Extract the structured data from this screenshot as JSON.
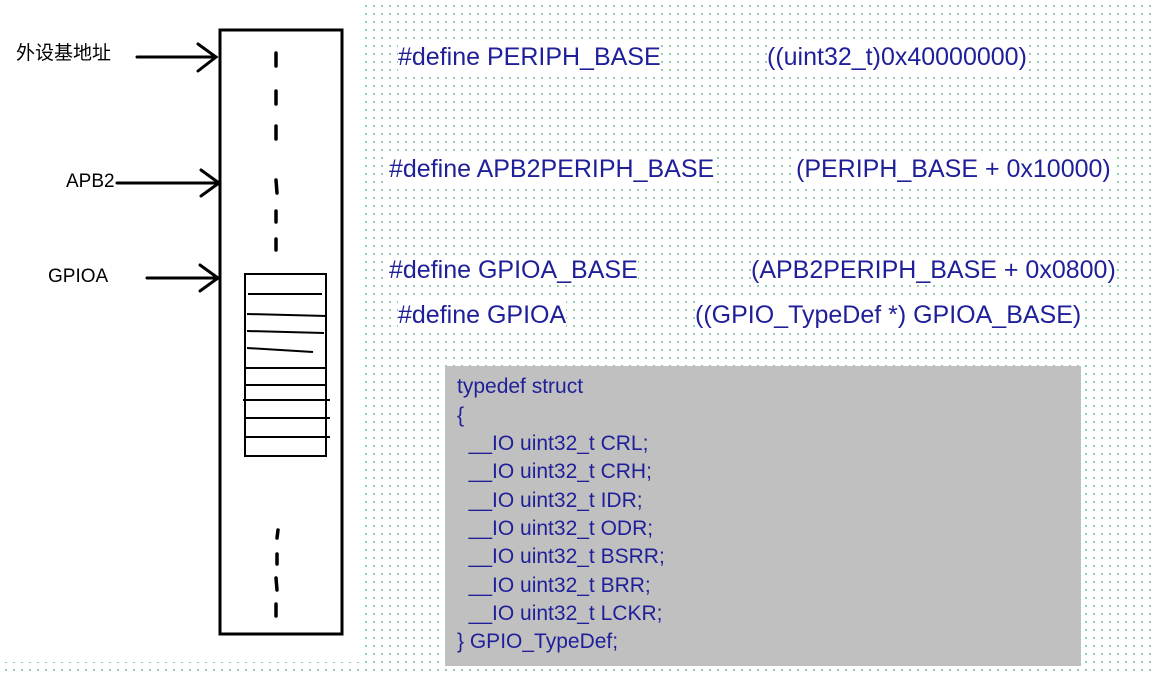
{
  "memory_map": {
    "labels": {
      "periph_base": "外设基地址",
      "apb2": "APB2",
      "gpioa": "GPIOA"
    }
  },
  "defines": [
    {
      "name": "#define PERIPH_BASE",
      "value": "((uint32_t)0x40000000)"
    },
    {
      "name": "#define APB2PERIPH_BASE",
      "value": "(PERIPH_BASE + 0x10000)"
    },
    {
      "name": "#define GPIOA_BASE",
      "value": "(APB2PERIPH_BASE + 0x0800)"
    },
    {
      "name": "#define GPIOA",
      "value": "((GPIO_TypeDef *) GPIOA_BASE)"
    }
  ],
  "struct_code": [
    "typedef struct",
    "{",
    "  __IO uint32_t CRL;",
    "  __IO uint32_t CRH;",
    "  __IO uint32_t IDR;",
    "  __IO uint32_t ODR;",
    "  __IO uint32_t BSRR;",
    "  __IO uint32_t BRR;",
    "  __IO uint32_t LCKR;",
    "} GPIO_TypeDef;"
  ],
  "colors": {
    "code_text": "#1f1f99",
    "code_background": "#c0c0c0",
    "dot_pattern": "#7fc4a6"
  }
}
